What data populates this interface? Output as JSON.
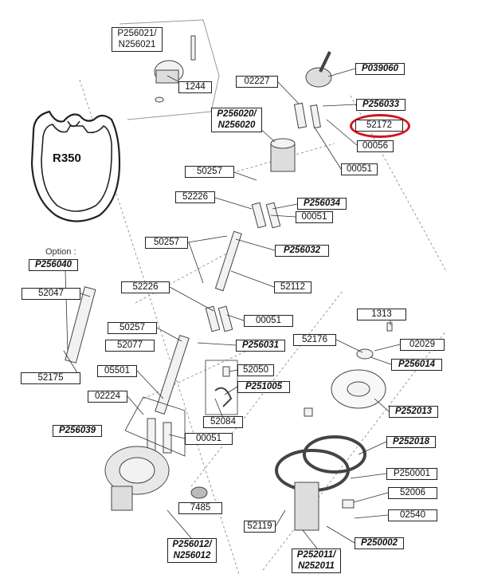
{
  "profile": {
    "label": "R350"
  },
  "option_label": "Option :",
  "highlight_color": "#d0161b",
  "parts": {
    "p256021": "P256021/ N256021",
    "p1244": "1244",
    "p02227": "02227",
    "p039060": "P039060",
    "p256033": "P256033",
    "p52172": "52172",
    "p256020": "P256020/ N256020",
    "p00056": "00056",
    "p00051a": "00051",
    "p50257a": "50257",
    "p52226a": "52226",
    "p256034": "P256034",
    "p00051b": "00051",
    "p50257b": "50257",
    "p256032": "P256032",
    "p256040": "P256040",
    "p52047": "52047",
    "p52112": "52112",
    "p52226b": "52226",
    "p00051c": "00051",
    "p1313": "1313",
    "p50257c": "50257",
    "p52176": "52176",
    "p02029": "02029",
    "p52077": "52077",
    "p256031": "P256031",
    "p256014": "P256014",
    "p52175": "52175",
    "p05501": "05501",
    "p52050": "52050",
    "p251005": "P251005",
    "p02224": "02224",
    "p252013": "P252013",
    "p256039": "P256039",
    "p52084": "52084",
    "p00051d": "00051",
    "p252018": "P252018",
    "p250001": "P250001",
    "p52006": "52006",
    "p7485": "7485",
    "p02540": "02540",
    "p52119": "52119",
    "p256012": "P256012/ N256012",
    "p250002": "P250002",
    "p252011": "P252011/ N252011"
  }
}
